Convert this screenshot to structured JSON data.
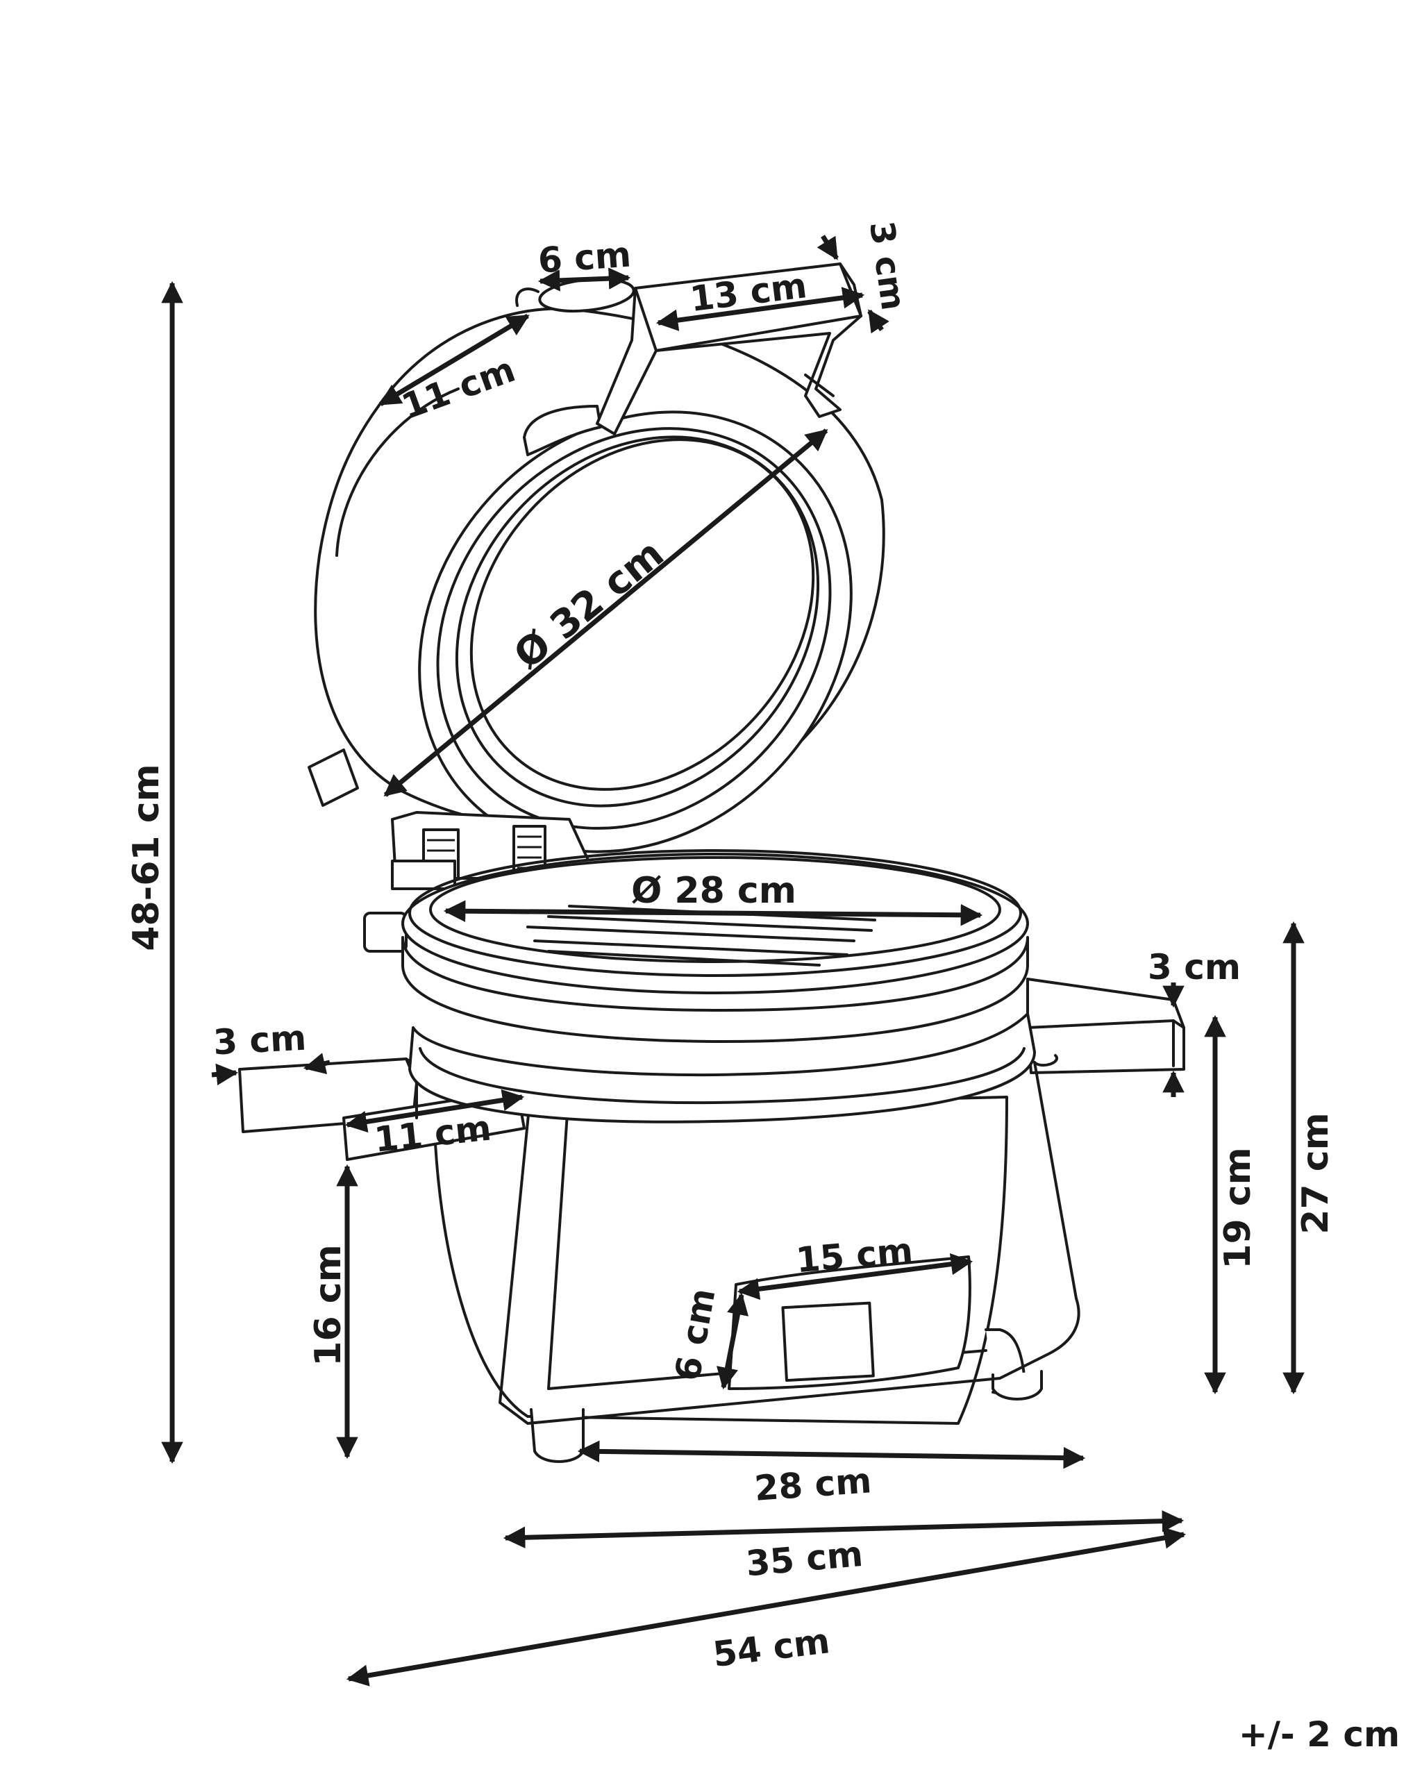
{
  "diagram": {
    "line_color": "#1a1a1a",
    "background_color": "#ffffff",
    "labels": {
      "lid_vent_width": "6 cm",
      "lid_handle_length": "13 cm",
      "lid_handle_height": "3 cm",
      "lid_side": "11 cm",
      "lid_diameter": "Ø 32 cm",
      "grill_diameter": "Ø 28 cm",
      "right_handle_thickness": "3 cm",
      "left_handle_thickness": "3 cm",
      "left_handle_length": "11 cm",
      "total_height": "48-61 cm",
      "base_height": "16 cm",
      "right_handle_height": "19 cm",
      "body_height": "27 cm",
      "vent_width": "15 cm",
      "vent_height": "6 cm",
      "base_width": "28 cm",
      "body_width": "35 cm",
      "total_width": "54 cm",
      "tolerance": "+/- 2 cm"
    }
  }
}
